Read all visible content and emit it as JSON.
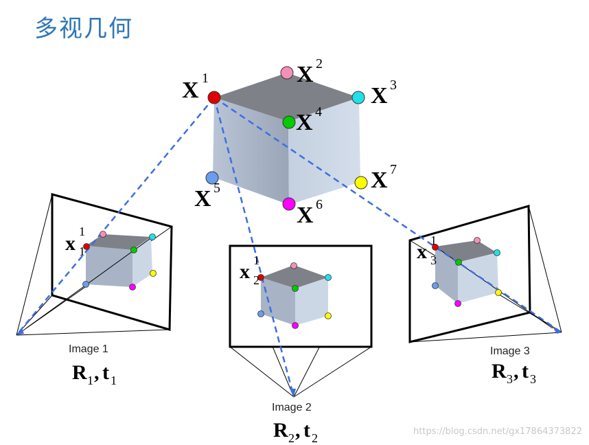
{
  "title": "多视几何",
  "watermark": "https://blog.csdn.net/gx17864373822",
  "world_points": [
    {
      "name": "X",
      "index": "1",
      "color": "#e00000"
    },
    {
      "name": "X",
      "index": "2",
      "color": "#f48fb8"
    },
    {
      "name": "X",
      "index": "3",
      "color": "#22e0e8"
    },
    {
      "name": "X",
      "index": "4",
      "color": "#00cc00"
    },
    {
      "name": "X",
      "index": "5",
      "color": "#6a9cf0"
    },
    {
      "name": "X",
      "index": "6",
      "color": "#ff00ff"
    },
    {
      "name": "X",
      "index": "7",
      "color": "#ffff00"
    }
  ],
  "images": [
    {
      "label": "Image 1",
      "R": "R",
      "R_sub": "1",
      "t": "t",
      "t_sub": "1",
      "x": "x",
      "x_sup": "1",
      "x_sub": "1"
    },
    {
      "label": "Image 2",
      "R": "R",
      "R_sub": "2",
      "t": "t",
      "t_sub": "2",
      "x": "x",
      "x_sup": "1",
      "x_sub": "2"
    },
    {
      "label": "Image 3",
      "R": "R",
      "R_sub": "3",
      "t": "t",
      "t_sub": "3",
      "x": "x",
      "x_sup": "1",
      "x_sub": "3"
    }
  ],
  "colors": {
    "title": "#2E75B6",
    "ray": "#3B6FE0",
    "cube_top": "#7f8189",
    "cube_left": "#a8b4c6",
    "cube_right": "#ccd7e6"
  }
}
